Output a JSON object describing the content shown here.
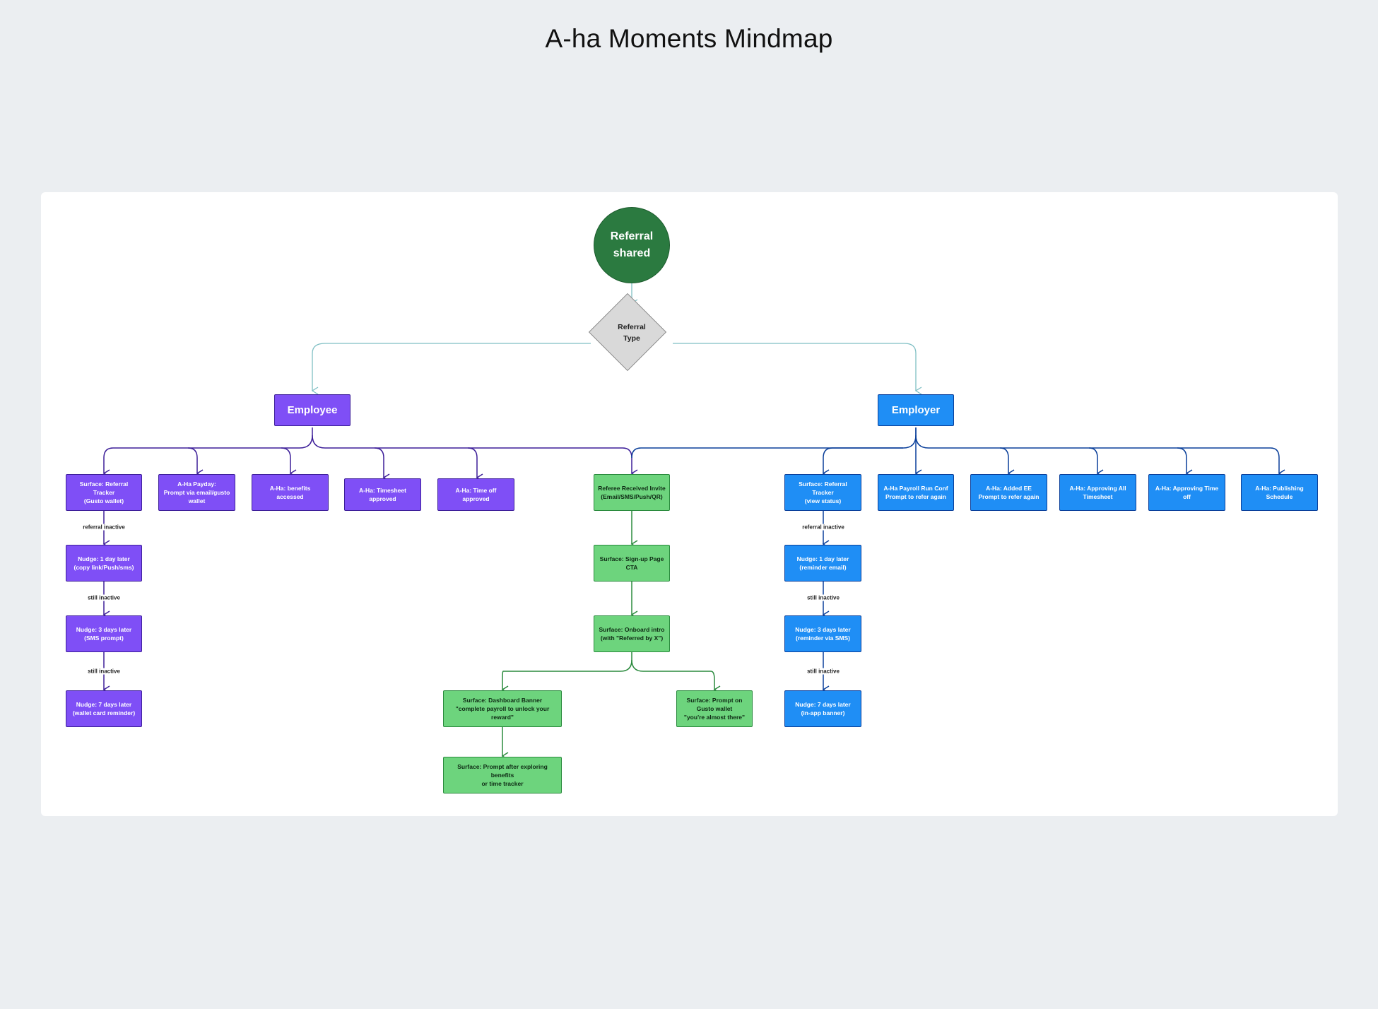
{
  "title": "A-ha Moments Mindmap",
  "colors": {
    "purple": "#7f4ff6",
    "blue": "#1f8ef5",
    "green": "#6dd47d",
    "dark_green": "#2b7a40",
    "diamond": "#d9d9d9",
    "connector_teal": "#7fbfc4",
    "connector_purple": "#3d1f99",
    "connector_blue": "#0a3f9a",
    "connector_green": "#2a8a3d"
  },
  "nodes": {
    "root": "Referral\nshared",
    "decision": "Referral\nType",
    "employee": "Employee",
    "employer": "Employer",
    "ee_tracker": "Surface: Referral Tracker\n(Gusto wallet)",
    "ee_payday": "A-Ha Payday:\nPrompt via email/gusto\nwallet",
    "ee_benefits": "A-Ha: benefits accessed",
    "ee_timesheet": "A-Ha: Timesheet\napproved",
    "ee_timeoff": "A-Ha: Time off approved",
    "ee_nudge1": "Nudge: 1 day later\n(copy link/Push/sms)",
    "ee_nudge3": "Nudge: 3 days later\n(SMS prompt)",
    "ee_nudge7": "Nudge: 7 days later\n(wallet card reminder)",
    "ref_invite": "Referee Received Invite\n(Email/SMS/Push/QR)",
    "ref_signup": "Surface: Sign-up Page\nCTA",
    "ref_onboard": "Surface: Onboard intro\n(with \"Referred by X\")",
    "ref_banner": "Surface: Dashboard Banner\n\"complete payroll to unlock your reward\"",
    "ref_wallet": "Surface: Prompt on\nGusto wallet\n\"you're almost there\"",
    "ref_explore": "Surface: Prompt after exploring benefits\nor time tracker",
    "er_tracker": "Surface: Referral Tracker\n(view status)",
    "er_payroll": "A-Ha Payroll Run Conf\nPrompt to refer again",
    "er_added": "A-Ha: Added EE\nPrompt to refer again",
    "er_timesheet": "A-Ha: Approving All\nTimesheet",
    "er_timeoff": "A-Ha: Approving Time off",
    "er_schedule": "A-Ha: Publishing\nSchedule",
    "er_nudge1": "Nudge: 1 day later\n(reminder email)",
    "er_nudge3": "Nudge: 3 days later\n(reminder via SMS)",
    "er_nudge7": "Nudge: 7 days later\n(in-app banner)"
  },
  "edge_labels": {
    "referral_inactive": "referral inactive",
    "still_inactive": "still inactive"
  }
}
